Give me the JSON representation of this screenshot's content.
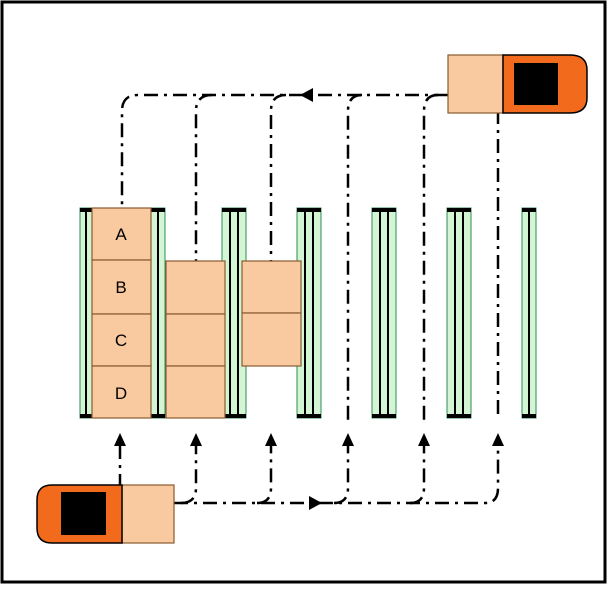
{
  "diagram": {
    "colors": {
      "frame": "#000000",
      "rack_fill": "#d4f5d4",
      "rack_stroke": "#2e8b57",
      "pallet_fill": "#f9c9a0",
      "pallet_stroke": "#8a5a30",
      "truck_body": "#f26b1d",
      "truck_window": "#000000",
      "path": "#000000"
    },
    "pallet_labels": [
      "A",
      "B",
      "C",
      "D"
    ],
    "icons": {
      "top_truck": "truck-icon",
      "bottom_truck": "truck-icon",
      "arrows": "arrow-head-icon"
    }
  }
}
